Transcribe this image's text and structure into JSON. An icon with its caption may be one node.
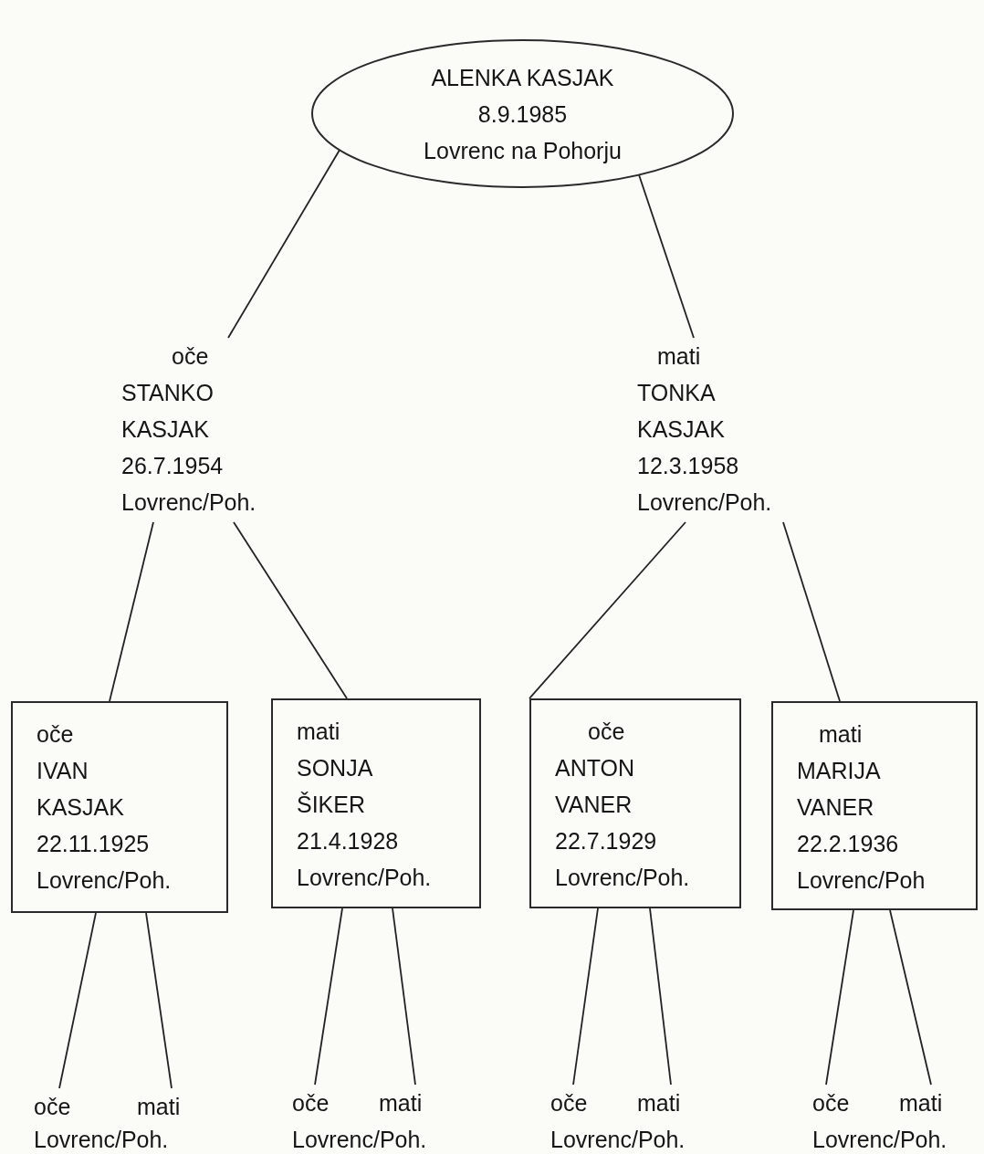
{
  "diagram": {
    "nodes": [
      {
        "text": [
          "ALENKA KASJAK",
          "8.9.1985",
          "Lovrenc na Pohorju"
        ]
      },
      {
        "text": [
          "oče",
          "STANKO KASJAK",
          "26.7.1954",
          "Lovrenc/Poh."
        ]
      },
      {
        "text": [
          "mati",
          "TONKA KASJAK",
          "12.3.1958",
          "Lovrenc/Poh."
        ]
      },
      {
        "text": [
          "oče",
          "IVAN KASJAK",
          "22.11.1925",
          "Lovrenc/Poh."
        ]
      },
      {
        "text": [
          "mati",
          "SONJA ŠIKER",
          "21.4.1928",
          "Lovrenc/Poh."
        ]
      },
      {
        "text": [
          "oče",
          "ANTON VANER",
          "22.7.1929",
          "Lovrenc/Poh."
        ]
      },
      {
        "text": [
          "mati",
          "MARIJA VANER",
          "22.2.1936",
          "Lovrenc/Poh"
        ]
      },
      {
        "text": [
          "oče"
        ]
      },
      {
        "text": [
          "mati"
        ]
      },
      {
        "text": [
          "oče"
        ]
      },
      {
        "text": [
          "mati"
        ]
      },
      {
        "text": [
          "oče"
        ]
      },
      {
        "text": [
          "mati"
        ]
      },
      {
        "text": [
          "oče"
        ]
      },
      {
        "text": [
          "mati"
        ]
      }
    ],
    "edges": [
      {
        "from": 0,
        "to": 1,
        "arrow": "none"
      },
      {
        "from": 0,
        "to": 2,
        "arrow": "none"
      },
      {
        "from": 1,
        "to": 3,
        "arrow": "none"
      },
      {
        "from": 1,
        "to": 4,
        "arrow": "none"
      },
      {
        "from": 2,
        "to": 5,
        "arrow": "none"
      },
      {
        "from": 2,
        "to": 6,
        "arrow": "none"
      },
      {
        "from": 3,
        "to": 7,
        "arrow": "none"
      },
      {
        "from": 3,
        "to": 8,
        "arrow": "none"
      },
      {
        "from": 4,
        "to": 9,
        "arrow": "none"
      },
      {
        "from": 4,
        "to": 10,
        "arrow": "none"
      },
      {
        "from": 5,
        "to": 11,
        "arrow": "none"
      },
      {
        "from": 5,
        "to": 12,
        "arrow": "none"
      },
      {
        "from": 6,
        "to": 13,
        "arrow": "none"
      },
      {
        "from": 6,
        "to": 14,
        "arrow": "none"
      }
    ],
    "labels": [
      "Lovrenc/Poh.",
      "Lovrenc/Poh.",
      "Lovrenc/Poh.",
      "Lovrenc/Poh."
    ]
  }
}
